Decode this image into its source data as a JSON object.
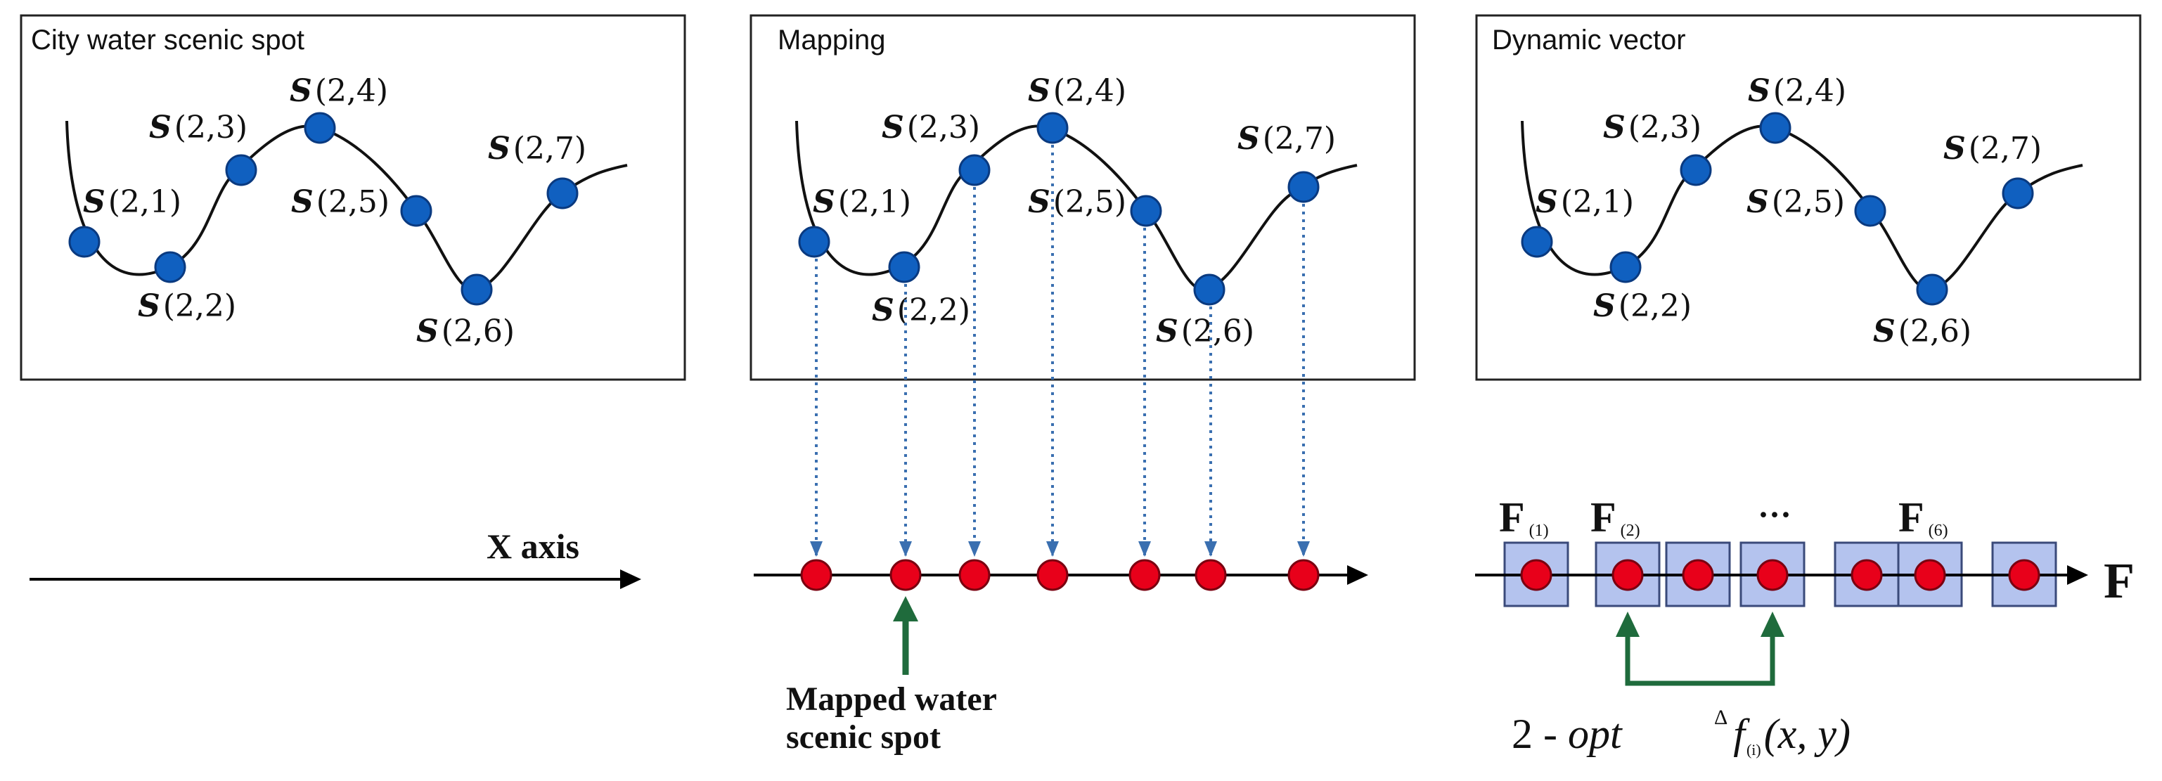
{
  "panels": [
    {
      "title": "City water scenic spot",
      "points": [
        {
          "label": "S",
          "args": "(2,1)"
        },
        {
          "label": "S",
          "args": "(2,2)"
        },
        {
          "label": "S",
          "args": "(2,3)"
        },
        {
          "label": "S",
          "args": "(2,4)"
        },
        {
          "label": "S",
          "args": "(2,5)"
        },
        {
          "label": "S",
          "args": "(2,6)"
        },
        {
          "label": "S",
          "args": "(2,7)"
        }
      ]
    },
    {
      "title": "Mapping",
      "points": [
        {
          "label": "S",
          "args": "(2,1)"
        },
        {
          "label": "S",
          "args": "(2,2)"
        },
        {
          "label": "S",
          "args": "(2,3)"
        },
        {
          "label": "S",
          "args": "(2,4)"
        },
        {
          "label": "S",
          "args": "(2,5)"
        },
        {
          "label": "S",
          "args": "(2,6)"
        },
        {
          "label": "S",
          "args": "(2,7)"
        }
      ]
    },
    {
      "title": "Dynamic vector",
      "points": [
        {
          "label": "S",
          "args": "(2,1)"
        },
        {
          "label": "S",
          "args": "(2,2)"
        },
        {
          "label": "S",
          "args": "(2,3)"
        },
        {
          "label": "S",
          "args": "(2,4)"
        },
        {
          "label": "S",
          "args": "(2,5)"
        },
        {
          "label": "S",
          "args": "(2,6)"
        },
        {
          "label": "S",
          "args": "(2,7)"
        }
      ]
    }
  ],
  "x_axis_label": "X axis",
  "mapped_label_line1": "Mapped water",
  "mapped_label_line2": "scenic spot",
  "f_axis_label": "F",
  "f_labels": [
    {
      "main": "F",
      "sub": "(1)"
    },
    {
      "main": "F",
      "sub": "(2)"
    },
    {
      "main": "F",
      "sub": "(6)"
    }
  ],
  "ellipsis": "···",
  "two_opt": {
    "prefix": "2 - ",
    "italic": "opt"
  },
  "delta_f": {
    "delta": "Δ",
    "f": "f",
    "sub": "(i)",
    "args": "(x, y)"
  },
  "colors": {
    "blue_point": "#1060c0",
    "blue_stroke": "#0a3a80",
    "red_point": "#e8001a",
    "red_stroke": "#7a0010",
    "box_fill": "#b4c3ee",
    "box_stroke": "#3a4a7a",
    "dotted_arrow": "#3a6fb0",
    "green_arrow": "#1f6b3c"
  }
}
